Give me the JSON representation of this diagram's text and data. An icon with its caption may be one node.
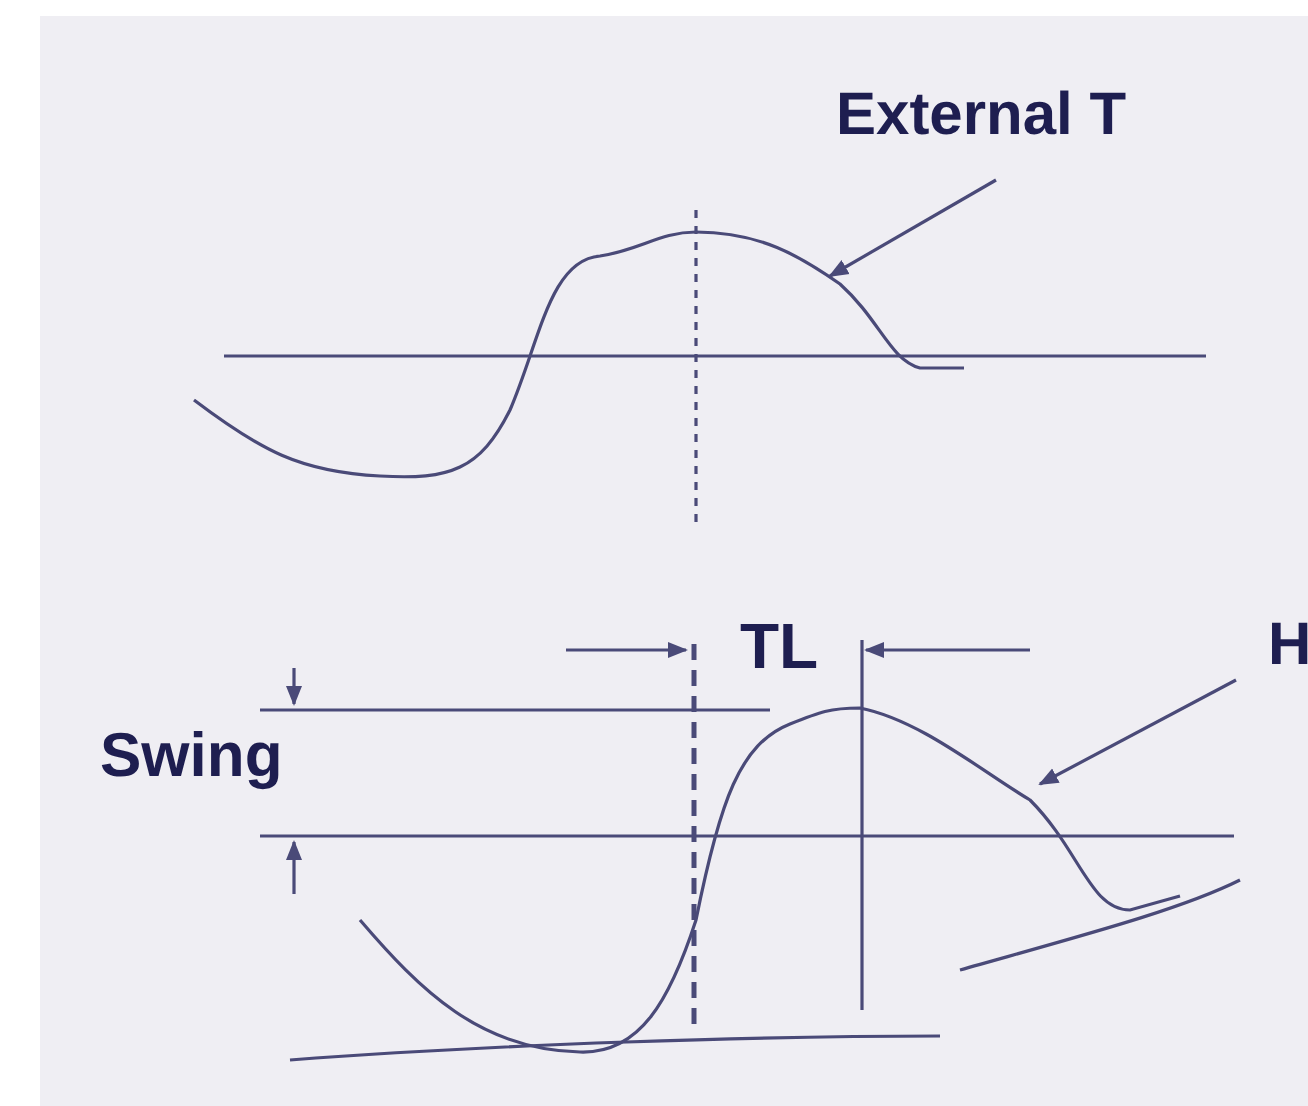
{
  "diagram": {
    "nodes": [
      {
        "text": [
          "External T"
        ]
      },
      {
        "text": [
          "H"
        ]
      }
    ],
    "edges": [
      {
        "from": 0,
        "to": null,
        "arrow": "to"
      },
      {
        "from": 1,
        "to": null,
        "arrow": "to"
      }
    ],
    "labels": [
      "TL",
      "Swing"
    ]
  }
}
